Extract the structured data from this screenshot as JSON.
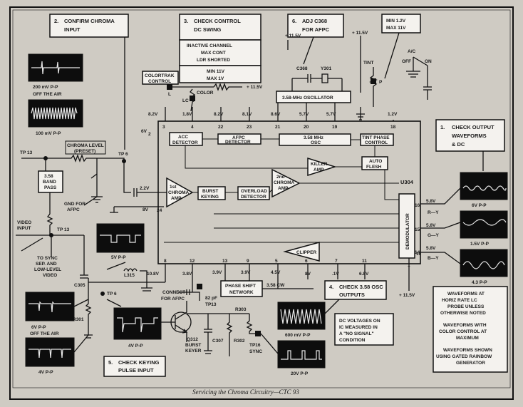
{
  "caption": "Servicing the Chroma Circuitry—CTC 93",
  "steps": {
    "s1": {
      "num": "1.",
      "text": [
        "CHECK OUTPUT",
        "WAVEFORMS",
        "& DC"
      ]
    },
    "s2": {
      "num": "2.",
      "text": [
        "CONFIRM CHROMA",
        "INPUT"
      ]
    },
    "s3": {
      "num": "3.",
      "text": [
        "CHECK CONTROL",
        "DC SWING"
      ],
      "rows": [
        "INACTIVE CHANNEL",
        "MAX CONT",
        "LDR SHORTED"
      ],
      "rows2": [
        "MIN 11V",
        "MAX 1V"
      ]
    },
    "s4": {
      "num": "4.",
      "text": [
        "CHECK 3.58 OSC",
        "OUTPUTS"
      ]
    },
    "s5": {
      "num": "5.",
      "text": [
        "CHECK KEYING",
        "PULSE INPUT"
      ]
    },
    "s6": {
      "num": "6.",
      "text": [
        "ADJ C368",
        "FOR AFPC"
      ]
    }
  },
  "tint_spec": [
    "MIN 1.2V",
    "MAX 11V"
  ],
  "blocks": {
    "acc": [
      "ACC",
      "DETECTOR"
    ],
    "afpc": [
      "AFPC",
      "DETECTOR"
    ],
    "osc": [
      "3.58 MHz",
      "OSC"
    ],
    "tint": [
      "TINT PHASE",
      "CONTROL"
    ],
    "killer": [
      "KILLER",
      "AMP"
    ],
    "autoflesh": [
      "AUTO",
      "FLESH"
    ],
    "amp1": [
      "1st",
      "CHROMA",
      "AMP"
    ],
    "burst": [
      "BURST",
      "KEYING"
    ],
    "overload": [
      "OVERLOAD",
      "DETECTOR"
    ],
    "amp2": [
      "2nd",
      "CHROMA",
      "AMP"
    ],
    "clipper": "CLIPPER",
    "demod": "DEMODULATOR",
    "osc358": "3.58-MHz OSCILLATOR",
    "phaseshift": [
      "PHASE SHIFT",
      "NETWORK"
    ],
    "bandpass": [
      "3.58",
      "BAND",
      "PASS"
    ],
    "colortrak": [
      "COLORTRAK",
      "CONTROL"
    ],
    "chromalevel": [
      "CHROMA LEVEL",
      "(PRESET)"
    ]
  },
  "ic_label": "U304",
  "pin_voltages_top": [
    "8.2V",
    "1.8V",
    "8.2V",
    "8.1V",
    "8.6V",
    "5.7V",
    "5.7V",
    "1.2V"
  ],
  "pin_numbers_top": [
    "3",
    "4",
    "22",
    "23",
    "21",
    "20",
    "19",
    "18"
  ],
  "pin_voltages_bottom": [
    "10.8V",
    "3.8V",
    "3.9V",
    "3.9V",
    "4.5V",
    "8V",
    ".1V",
    "6.8V"
  ],
  "pin_numbers_bottom": [
    "8",
    "12",
    "13",
    "9",
    "5",
    "6",
    "7",
    "11"
  ],
  "out_pins": [
    {
      "v": "5.8V",
      "pin": "16",
      "name": "R—Y"
    },
    {
      "v": "5.8V",
      "pin": "15",
      "name": "G—Y"
    },
    {
      "v": "5.8V",
      "pin": "14",
      "name": "B—Y"
    }
  ],
  "labels": {
    "v11_5a": "+ 11.5V",
    "v11_5b": "+ 11.5V",
    "v11_5c": "+ 11.5V",
    "color": "COLOR",
    "lc": "LC",
    "l": "L",
    "c368": "C368",
    "y301": "Y301",
    "tint": "TINT",
    "p": "P",
    "ac": "A/C",
    "off": "OFF",
    "on": "ON",
    "sixv": "6V",
    "pin2": "2",
    "pin24": "24",
    "pin1": "1",
    "pin10": "10",
    "tp13a": "TP 13",
    "tp6a": "TP 6",
    "tp13b": "TP 13",
    "tp6b": "TP 6",
    "gndafpc": [
      "GND FOR",
      "AFPC"
    ],
    "v22": "2.2V",
    "v8": "8V",
    "video": [
      "VIDEO",
      "INPUT"
    ],
    "tosync": [
      "TO SYNC",
      "SEP. AND",
      "LOW-LEVEL",
      "VIDEO"
    ],
    "c305": "C305",
    "r301": "R301",
    "l315": "L315",
    "connect": [
      "CONNECT",
      "FOR AFPC"
    ],
    "cap82": [
      "82 pF",
      "TP13"
    ],
    "q312": [
      "Q312",
      "BURST",
      "KEYER"
    ],
    "c307": "C307",
    "r302": "R302",
    "r303": "R303",
    "tp16": [
      "TP16",
      "SYNC"
    ],
    "cw": "3.58 CW",
    "dcnote": [
      "DC VOLTAGES ON",
      "IC MEASURED IN",
      "A \"NO SIGNAL\"",
      "CONDITION"
    ],
    "notes": [
      "WAVEFORMS AT",
      "HORIZ RATE LC",
      "PROBE UNLESS",
      "OTHERWISE NOTED",
      "WAVEFORMS WITH",
      "COLOR CONTROL AT",
      "MAXIMUM",
      "WAVEFORMS SHOWN",
      "USING GATED RAINBOW",
      "GENERATOR"
    ]
  },
  "waveforms": {
    "w1": [
      "200 mV P-P",
      "OFF THE AIR"
    ],
    "w2": "100 mV P-P",
    "w3": "5V P-P",
    "w4": [
      "6V P-P",
      "OFF THE AIR"
    ],
    "w5": "4V P-P",
    "w6": "4V P-P",
    "w7": "600 mV P-P",
    "w8": "20V P-P",
    "w9": "6V P-P",
    "w10": "1.5V P-P",
    "w11": "4.3 P-P"
  }
}
